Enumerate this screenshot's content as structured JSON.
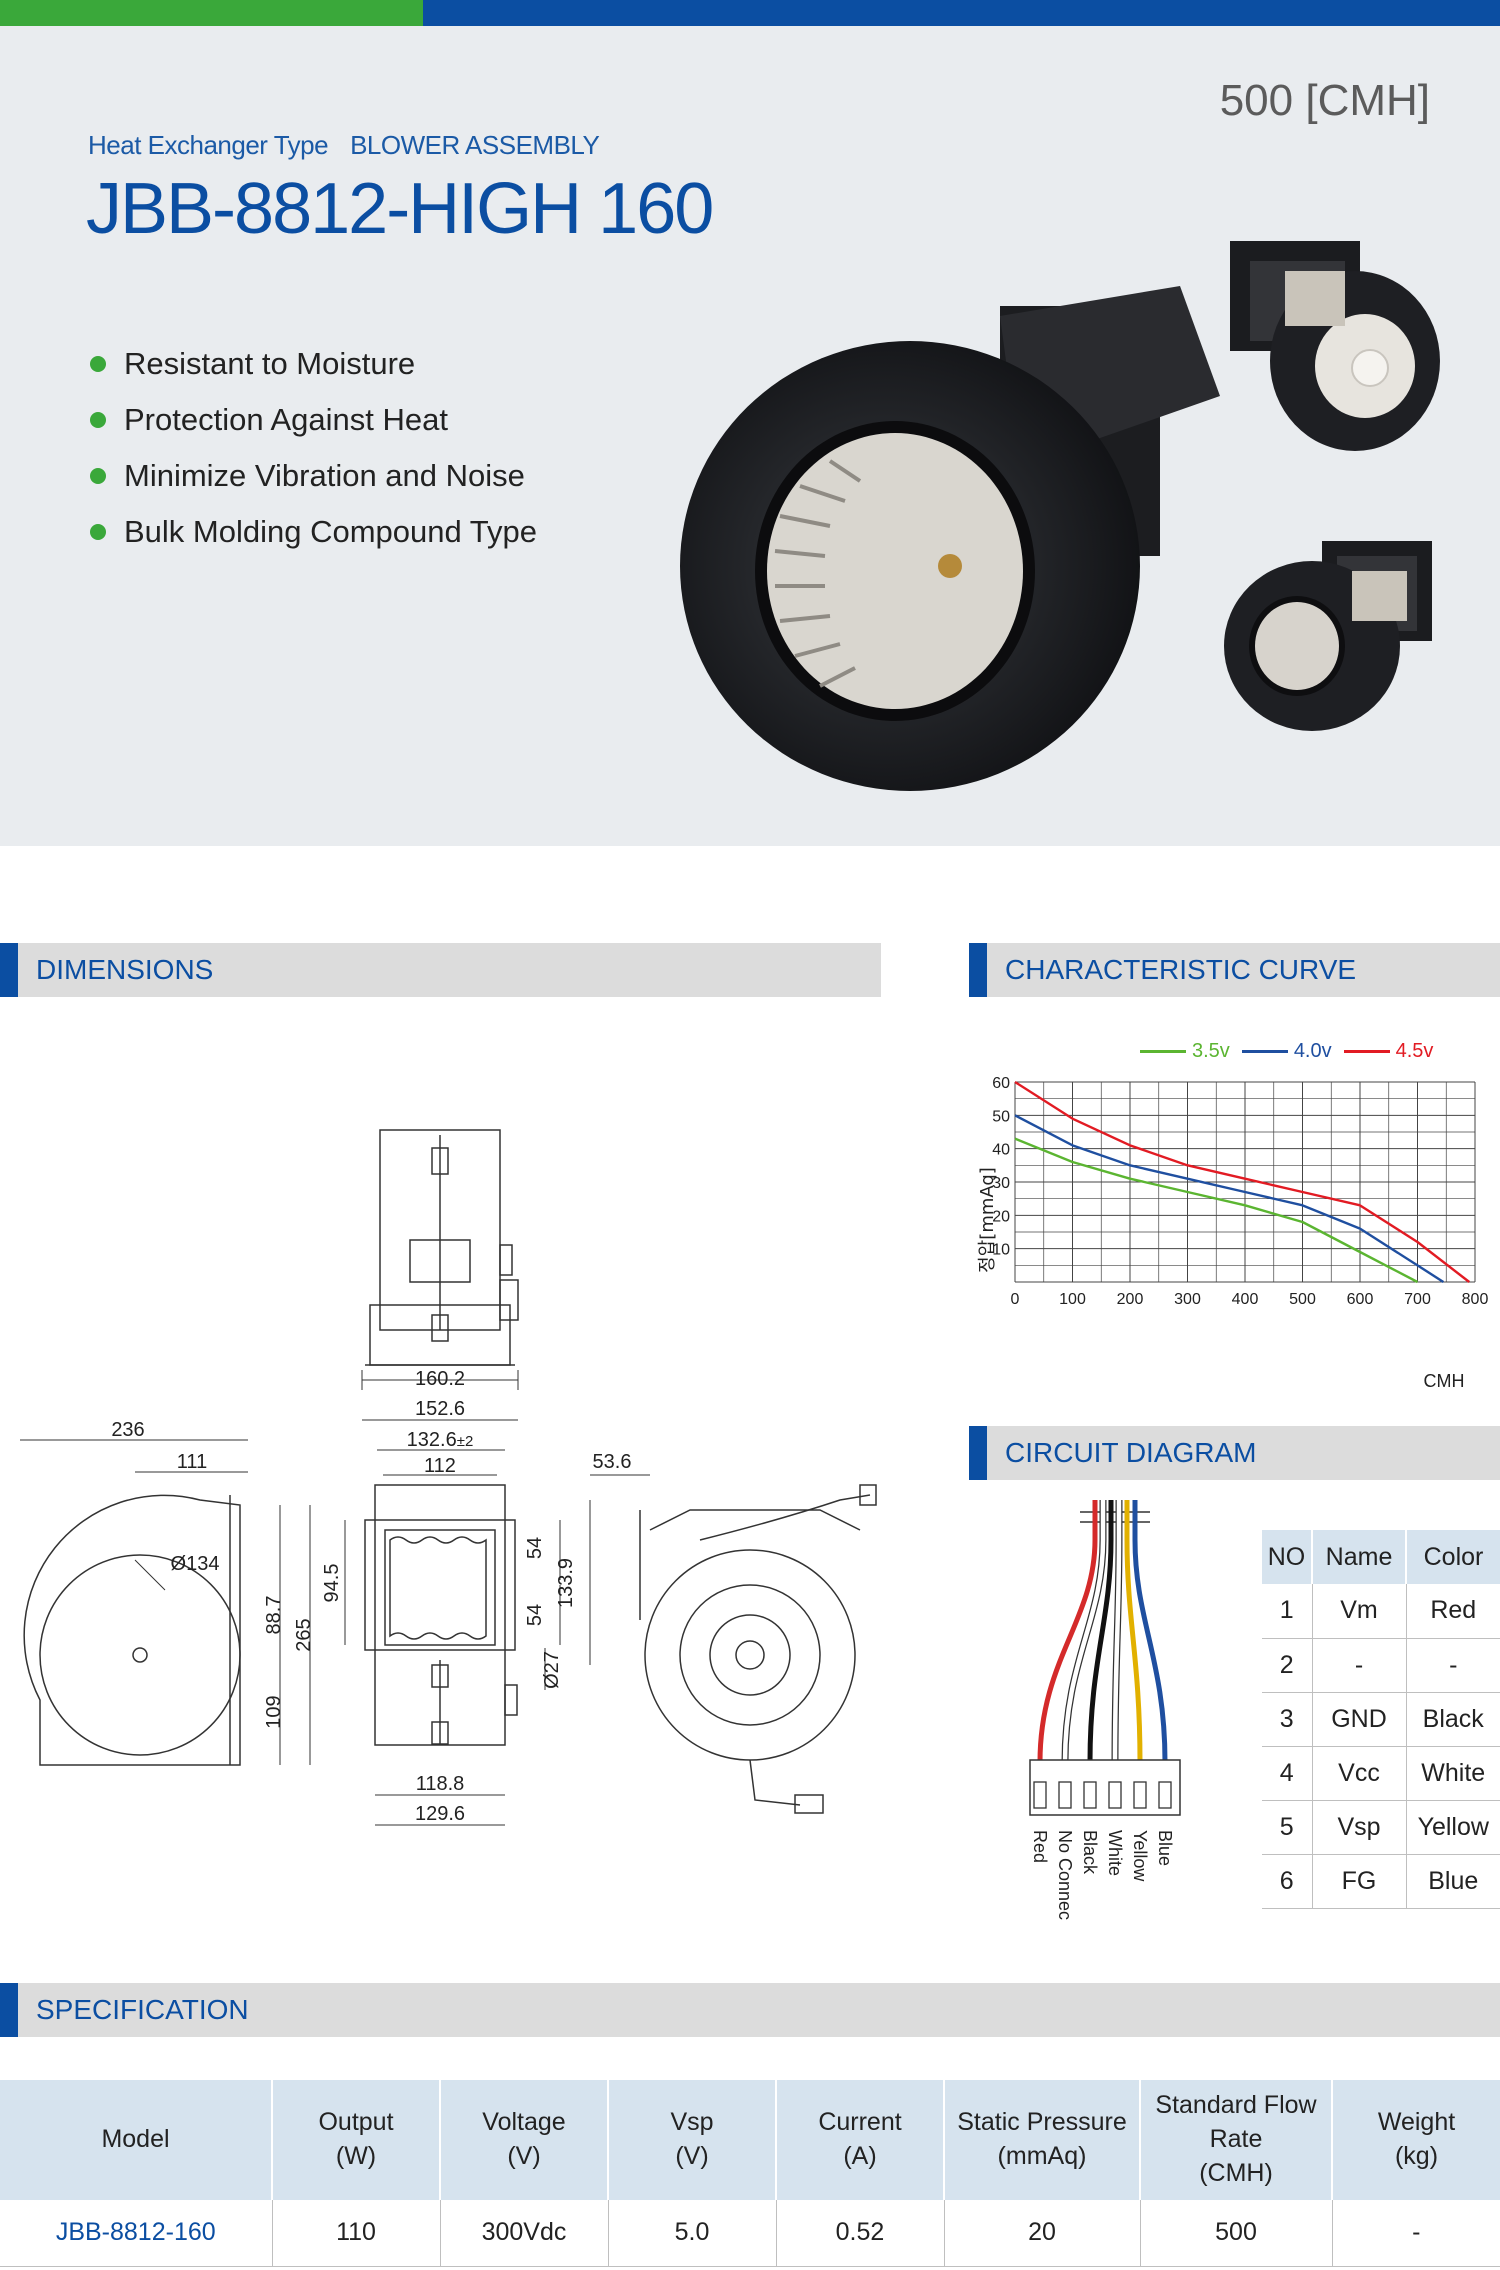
{
  "header": {
    "capacity": "500 [CMH]",
    "type_label": "Heat Exchanger Type",
    "assembly_label": "BLOWER ASSEMBLY",
    "title": "JBB-8812-HIGH 160"
  },
  "features": [
    "Resistant to Moisture",
    "Protection Against Heat",
    "Minimize Vibration and Noise",
    "Bulk Molding Compound Type"
  ],
  "sections": {
    "dimensions": "DIMENSIONS",
    "curve": "CHARACTERISTIC CURVE",
    "circuit": "CIRCUIT DIAGRAM",
    "specification": "SPECIFICATION"
  },
  "dimensions": {
    "top_width": "160.2",
    "overall_width": "236",
    "inner_width": "111",
    "diameter_134": "Ø134",
    "h_88_7": "88.7",
    "h_265": "265",
    "h_109": "109",
    "w_152_6": "152.6",
    "w_132_6": "132.6",
    "tol": "±2",
    "w_112": "112",
    "h_94_5": "94.5",
    "h_54a": "54",
    "h_54b": "54",
    "h_133_9": "133.9",
    "d_27": "Ø27",
    "w_118_8": "118.8",
    "w_129_6": "129.6",
    "w_53_6": "53.6"
  },
  "chart_data": {
    "type": "line",
    "xlabel": "CMH",
    "ylabel": "정압[mmAq]",
    "xlim": [
      0,
      800
    ],
    "ylim": [
      0,
      60
    ],
    "x_ticks": [
      "0",
      "100",
      "200",
      "300",
      "400",
      "500",
      "600",
      "700",
      "800"
    ],
    "y_ticks": [
      "10",
      "20",
      "30",
      "40",
      "50",
      "60"
    ],
    "grid": true,
    "legend_position": "top-right",
    "series": [
      {
        "name": "3.5v",
        "color": "#5bb531",
        "x": [
          0,
          100,
          200,
          300,
          400,
          500,
          600,
          700
        ],
        "y": [
          43,
          36,
          31,
          27,
          23,
          18,
          9,
          0
        ]
      },
      {
        "name": "4.0v",
        "color": "#1f4fa0",
        "x": [
          0,
          100,
          200,
          300,
          400,
          500,
          600,
          700,
          745
        ],
        "y": [
          50,
          41,
          35,
          31,
          27,
          23,
          16,
          5,
          0
        ]
      },
      {
        "name": "4.5v",
        "color": "#e21b23",
        "x": [
          0,
          100,
          200,
          300,
          400,
          500,
          600,
          700,
          790
        ],
        "y": [
          60,
          49,
          41,
          35,
          31,
          27,
          23,
          12,
          0
        ]
      }
    ]
  },
  "wires": [
    {
      "label": "Red",
      "color": "#d42a2a"
    },
    {
      "label": "No Connection",
      "color": "#ffffff"
    },
    {
      "label": "Black",
      "color": "#111111"
    },
    {
      "label": "White",
      "color": "#ffffff"
    },
    {
      "label": "Yellow",
      "color": "#e2b100"
    },
    {
      "label": "Blue",
      "color": "#1f4fa0"
    }
  ],
  "pin_table": {
    "headers": [
      "NO",
      "Name",
      "Color"
    ],
    "rows": [
      [
        "1",
        "Vm",
        "Red"
      ],
      [
        "2",
        "-",
        "-"
      ],
      [
        "3",
        "GND",
        "Black"
      ],
      [
        "4",
        "Vcc",
        "White"
      ],
      [
        "5",
        "Vsp",
        "Yellow"
      ],
      [
        "6",
        "FG",
        "Blue"
      ]
    ]
  },
  "spec_table": {
    "headers": [
      [
        "Model"
      ],
      [
        "Output",
        "(W)"
      ],
      [
        "Voltage",
        "(V)"
      ],
      [
        "Vsp",
        "(V)"
      ],
      [
        "Current",
        "(A)"
      ],
      [
        "Static Pressure",
        "(mmAq)"
      ],
      [
        "Standard  Flow",
        "Rate",
        "(CMH)"
      ],
      [
        "Weight",
        "(kg)"
      ]
    ],
    "rows": [
      [
        "JBB-8812-160",
        "110",
        "300Vdc",
        "5.0",
        "0.52",
        "20",
        "500",
        "-"
      ]
    ]
  },
  "colors": {
    "brand_blue": "#0b4ea2",
    "brand_green": "#3aa83a",
    "header_bg": "#d6e3ee",
    "hero_bg": "#e9ecef"
  }
}
